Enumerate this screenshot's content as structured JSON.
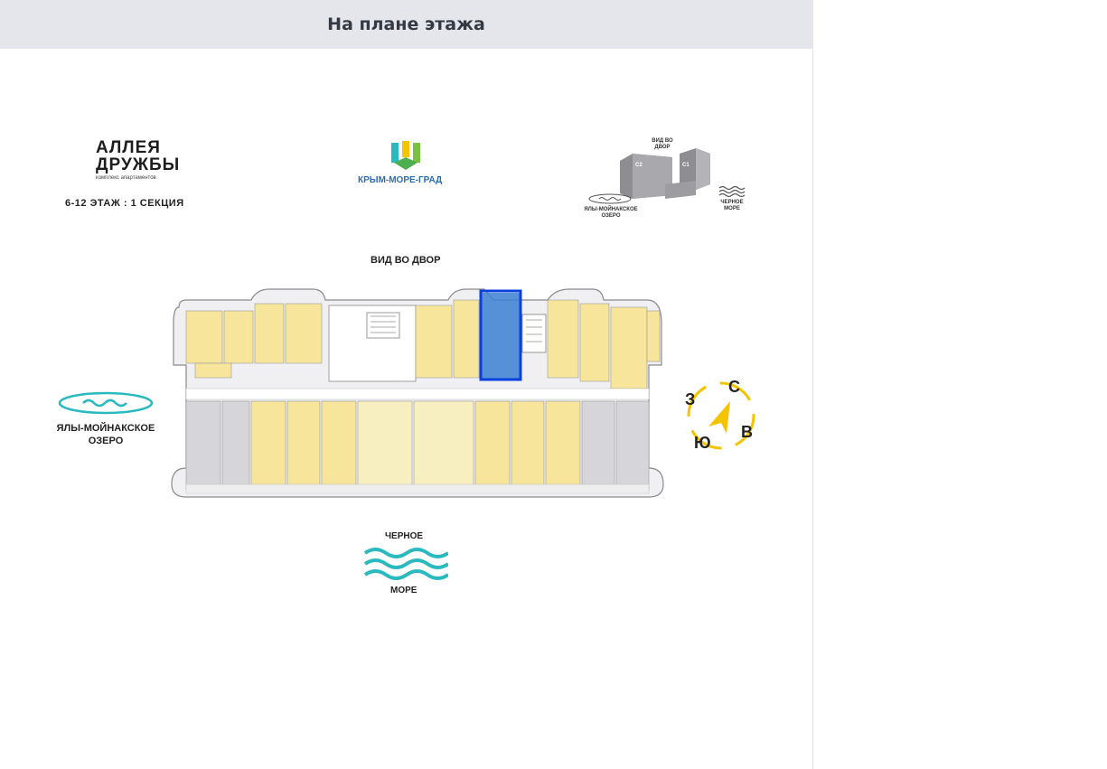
{
  "header": {
    "title": "На плане этажа"
  },
  "logo": {
    "line1": "АЛЛЕЯ",
    "line2": "ДРУЖБЫ",
    "subtitle": "комплекс апартаментов"
  },
  "floor": {
    "label": "6-12 ЭТАЖ  :  1 СЕКЦИЯ"
  },
  "brand": {
    "name": "КРЫМ-МОРЕ-ГРАД"
  },
  "minimap": {
    "view_yard_line1": "ВИД ВО",
    "view_yard_line2": "ДВОР",
    "block_c1": "С1",
    "block_c2": "С2",
    "lake_line1": "ЯЛЫ-МОЙНАКСКОЕ",
    "lake_line2": "ОЗЕРО",
    "sea_line1": "ЧЕРНОЕ",
    "sea_line2": "МОРЕ"
  },
  "plan": {
    "view_yard": "ВИД ВО ДВОР"
  },
  "lake": {
    "line1": "ЯЛЫ-МОЙНАКСКОЕ",
    "line2": "ОЗЕРО"
  },
  "sea": {
    "line1": "ЧЕРНОЕ",
    "line2": "МОРЕ"
  },
  "compass": {
    "north": "С",
    "east": "В",
    "south": "Ю",
    "west": "З"
  },
  "colors": {
    "header_bg": "#e4e6ec",
    "apartment_yellow": "#f6e59a",
    "apartment_grey": "#d6d6da",
    "highlight": "#0a3fe0",
    "accent_yellow": "#f5c400",
    "water": "#2bb9c0"
  }
}
